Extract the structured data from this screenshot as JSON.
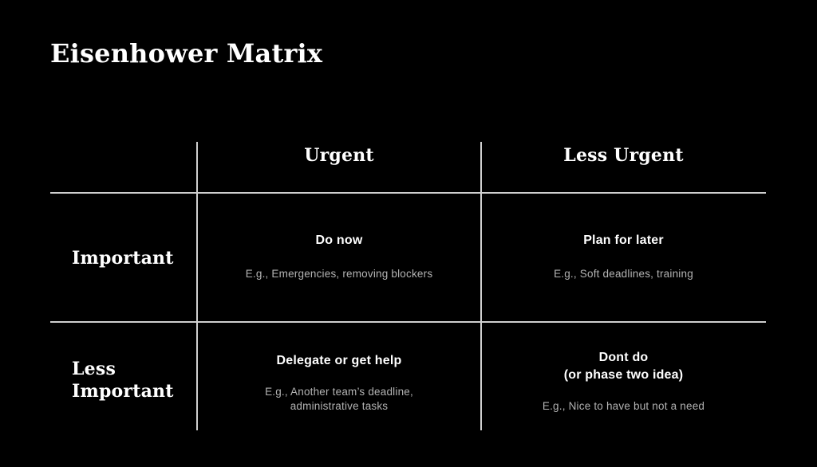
{
  "title": "Eisenhower Matrix",
  "theme": {
    "background": "#000000",
    "text_primary": "#ffffff",
    "text_secondary": "#b3b3b3",
    "line": "#cfcfcf"
  },
  "matrix": {
    "columns": [
      {
        "label": "Urgent"
      },
      {
        "label": "Less Urgent"
      }
    ],
    "rows": [
      {
        "label": "Important"
      },
      {
        "label": "Less\nImportant"
      }
    ],
    "quadrants": [
      {
        "row": "Important",
        "column": "Urgent",
        "title": "Do now",
        "example": "E.g., Emergencies, removing blockers"
      },
      {
        "row": "Important",
        "column": "Less Urgent",
        "title": "Plan for later",
        "example": "E.g., Soft deadlines, training"
      },
      {
        "row": "Less Important",
        "column": "Urgent",
        "title": "Delegate or get help",
        "example": "E.g., Another team’s deadline,\nadministrative tasks"
      },
      {
        "row": "Less Important",
        "column": "Less Urgent",
        "title": "Dont do\n(or phase two idea)",
        "example": "E.g., Nice to have but not a need"
      }
    ]
  }
}
